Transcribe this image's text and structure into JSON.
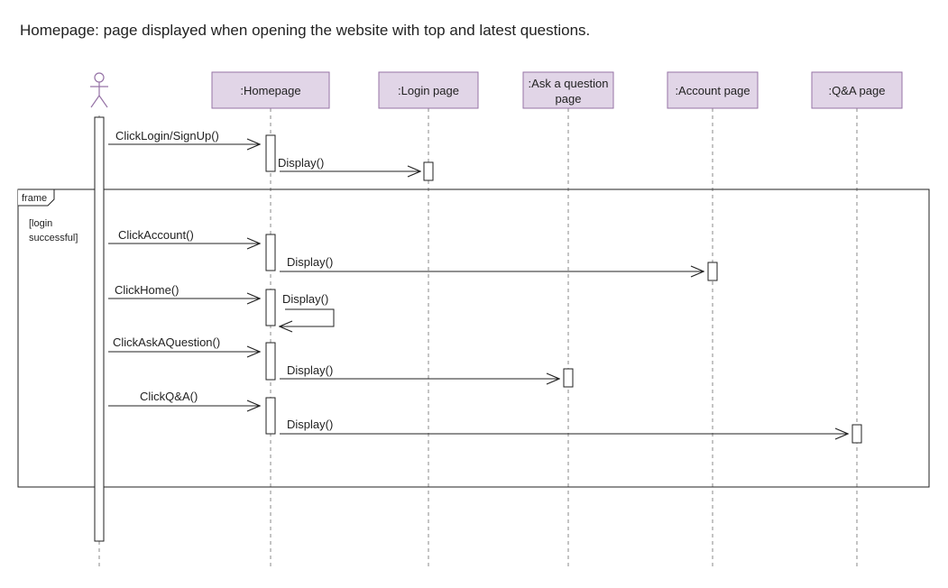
{
  "title": "Homepage: page displayed when opening the website with top and latest questions.",
  "colors": {
    "participant_fill": "#e1d5e7",
    "participant_stroke": "#9673a6",
    "actor_stroke": "#9673a6",
    "line": "#222222",
    "lifeline": "#888888"
  },
  "participants": [
    {
      "id": "actor",
      "label": "",
      "kind": "actor-icon"
    },
    {
      "id": "homepage",
      "label": ":Homepage"
    },
    {
      "id": "login",
      "label": ":Login page"
    },
    {
      "id": "ask",
      "label": ":Ask a question page",
      "lines": [
        ":Ask a question",
        "page"
      ]
    },
    {
      "id": "account",
      "label": ":Account page"
    },
    {
      "id": "qa",
      "label": ":Q&A page"
    }
  ],
  "frame": {
    "label": "frame",
    "guard": "[login successful]",
    "guard_lines": [
      "[login",
      "successful]"
    ]
  },
  "messages": [
    {
      "id": "click-login",
      "from": "actor",
      "to": "homepage",
      "label": "ClickLogin/SignUp()"
    },
    {
      "id": "display-login",
      "from": "homepage",
      "to": "login",
      "label": "Display()"
    },
    {
      "id": "click-account",
      "from": "actor",
      "to": "homepage",
      "label": "ClickAccount()"
    },
    {
      "id": "display-account",
      "from": "homepage",
      "to": "account",
      "label": "Display()"
    },
    {
      "id": "click-home",
      "from": "actor",
      "to": "homepage",
      "label": "ClickHome()"
    },
    {
      "id": "display-home",
      "from": "homepage",
      "to": "homepage",
      "label": "Display()"
    },
    {
      "id": "click-ask",
      "from": "actor",
      "to": "homepage",
      "label": "ClickAskAQuestion()"
    },
    {
      "id": "display-ask",
      "from": "homepage",
      "to": "ask",
      "label": "Display()"
    },
    {
      "id": "click-qa",
      "from": "actor",
      "to": "homepage",
      "label": "ClickQ&A()"
    },
    {
      "id": "display-qa",
      "from": "homepage",
      "to": "qa",
      "label": "Display()"
    }
  ]
}
